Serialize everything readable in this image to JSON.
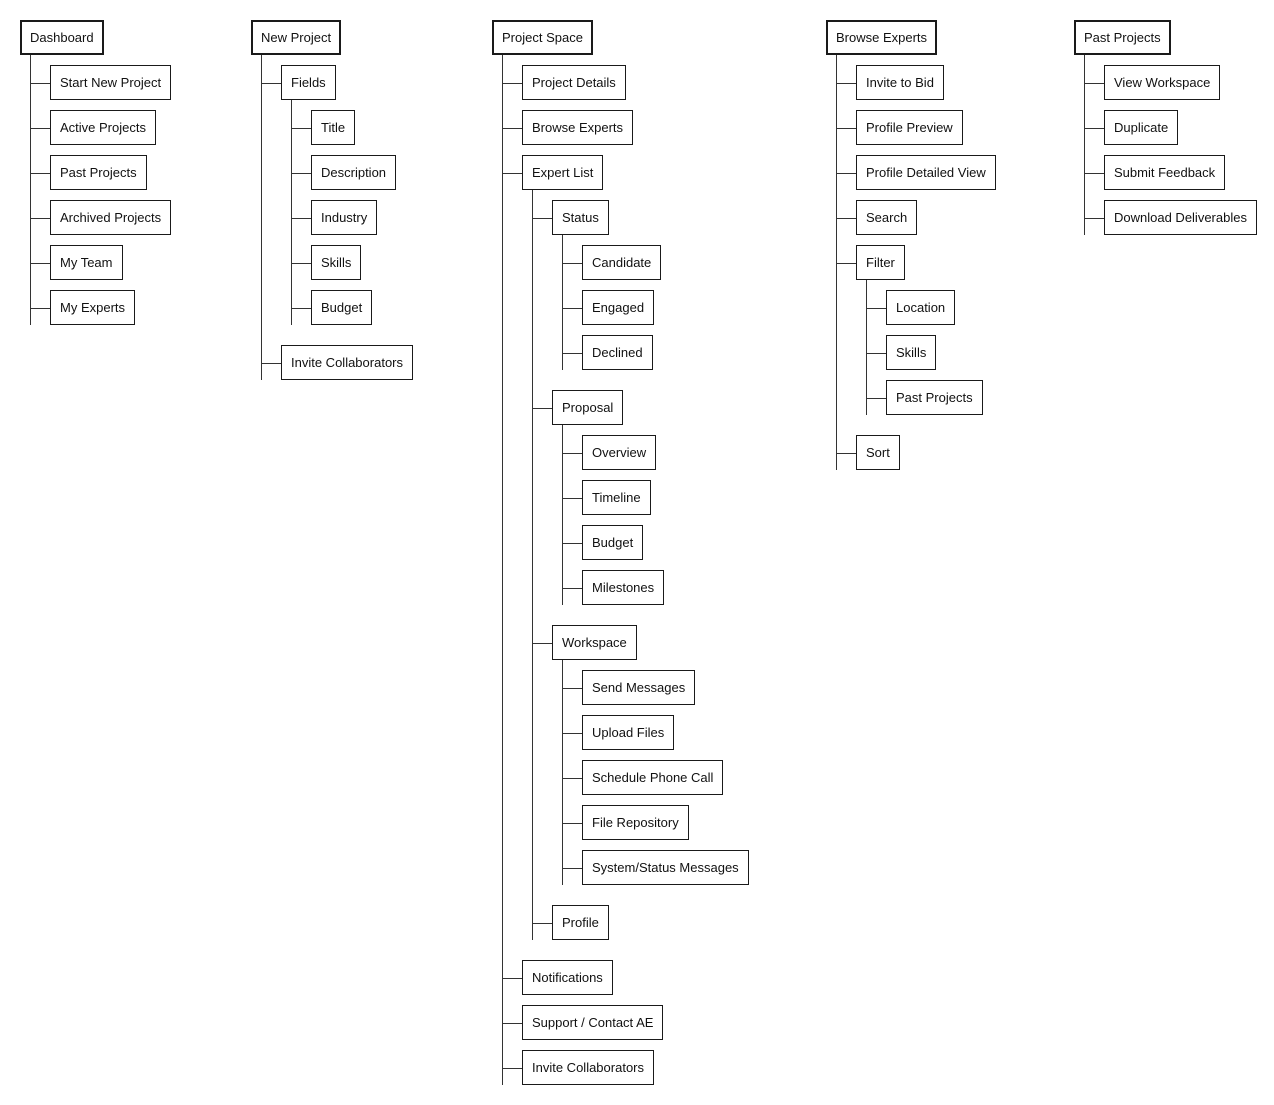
{
  "sitemap": {
    "columns": [
      {
        "label": "Dashboard",
        "children": [
          {
            "label": "Start New Project"
          },
          {
            "label": "Active Projects"
          },
          {
            "label": "Past Projects"
          },
          {
            "label": "Archived Projects"
          },
          {
            "label": "My Team"
          },
          {
            "label": "My Experts"
          }
        ]
      },
      {
        "label": "New Project",
        "children": [
          {
            "label": "Fields",
            "children": [
              {
                "label": "Title"
              },
              {
                "label": "Description"
              },
              {
                "label": "Industry"
              },
              {
                "label": "Skills"
              },
              {
                "label": "Budget"
              }
            ]
          },
          {
            "label": "Invite Collaborators"
          }
        ]
      },
      {
        "label": "Project Space",
        "children": [
          {
            "label": "Project Details"
          },
          {
            "label": "Browse Experts"
          },
          {
            "label": "Expert List",
            "children": [
              {
                "label": "Status",
                "children": [
                  {
                    "label": "Candidate"
                  },
                  {
                    "label": "Engaged"
                  },
                  {
                    "label": "Declined"
                  }
                ]
              },
              {
                "label": "Proposal",
                "children": [
                  {
                    "label": "Overview"
                  },
                  {
                    "label": "Timeline"
                  },
                  {
                    "label": "Budget"
                  },
                  {
                    "label": "Milestones"
                  }
                ]
              },
              {
                "label": "Workspace",
                "children": [
                  {
                    "label": "Send Messages"
                  },
                  {
                    "label": "Upload Files"
                  },
                  {
                    "label": "Schedule Phone Call"
                  },
                  {
                    "label": "File Repository"
                  },
                  {
                    "label": "System/Status Messages"
                  }
                ]
              },
              {
                "label": "Profile"
              }
            ]
          },
          {
            "label": "Notifications"
          },
          {
            "label": "Support / Contact AE"
          },
          {
            "label": "Invite Collaborators"
          }
        ]
      },
      {
        "label": "Browse Experts",
        "children": [
          {
            "label": "Invite to Bid"
          },
          {
            "label": "Profile Preview"
          },
          {
            "label": "Profile Detailed View"
          },
          {
            "label": "Search"
          },
          {
            "label": "Filter",
            "children": [
              {
                "label": "Location"
              },
              {
                "label": "Skills"
              },
              {
                "label": "Past Projects"
              }
            ]
          },
          {
            "label": "Sort"
          }
        ]
      },
      {
        "label": "Past Projects",
        "children": [
          {
            "label": "View Workspace"
          },
          {
            "label": "Duplicate"
          },
          {
            "label": "Submit Feedback"
          },
          {
            "label": "Download Deliverables"
          }
        ]
      }
    ]
  }
}
